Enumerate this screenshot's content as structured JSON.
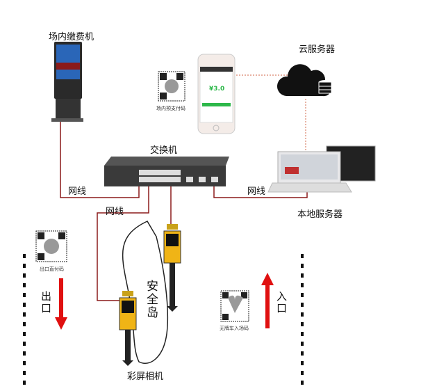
{
  "labels": {
    "kiosk": "场内缴费机",
    "prepay_qr": "场内预支付码",
    "cloud_server": "云服务器",
    "switch": "交换机",
    "cable_left": "网线",
    "cable_right": "网线",
    "cable_camera": "网线",
    "local_server": "本地服务器",
    "exit_qr": "出口直付码",
    "exit": "出口",
    "entry_qr": "无牌车入场码",
    "entry": "入口",
    "island": "安全岛",
    "camera": "彩屏相机"
  },
  "phone": {
    "amount": "¥3.0"
  },
  "colors": {
    "cable": "#8b1a1a",
    "arrow": "#e01010",
    "dotted": "#d9826a",
    "pay_button": "#2db84a"
  }
}
